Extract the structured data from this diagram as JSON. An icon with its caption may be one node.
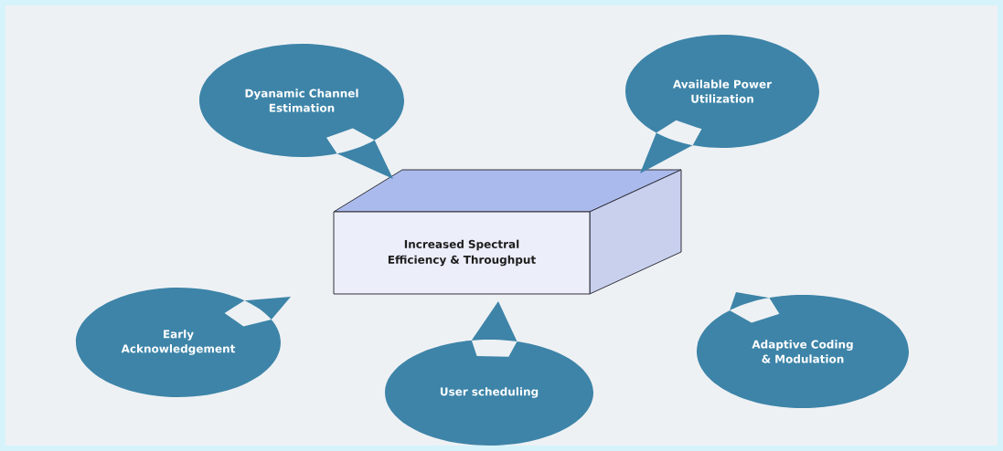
{
  "diagram": {
    "nodes": [
      {
        "text": [
          "Increased Spectral Efficiency & Throughput"
        ]
      },
      {
        "text": [
          "Dyanamic Channel Estimation"
        ]
      },
      {
        "text": [
          "Available Power Utilization"
        ]
      },
      {
        "text": [
          "Early Acknowledgement"
        ]
      },
      {
        "text": [
          "User scheduling"
        ]
      },
      {
        "text": [
          "Adaptive Coding & Modulation"
        ]
      }
    ]
  }
}
